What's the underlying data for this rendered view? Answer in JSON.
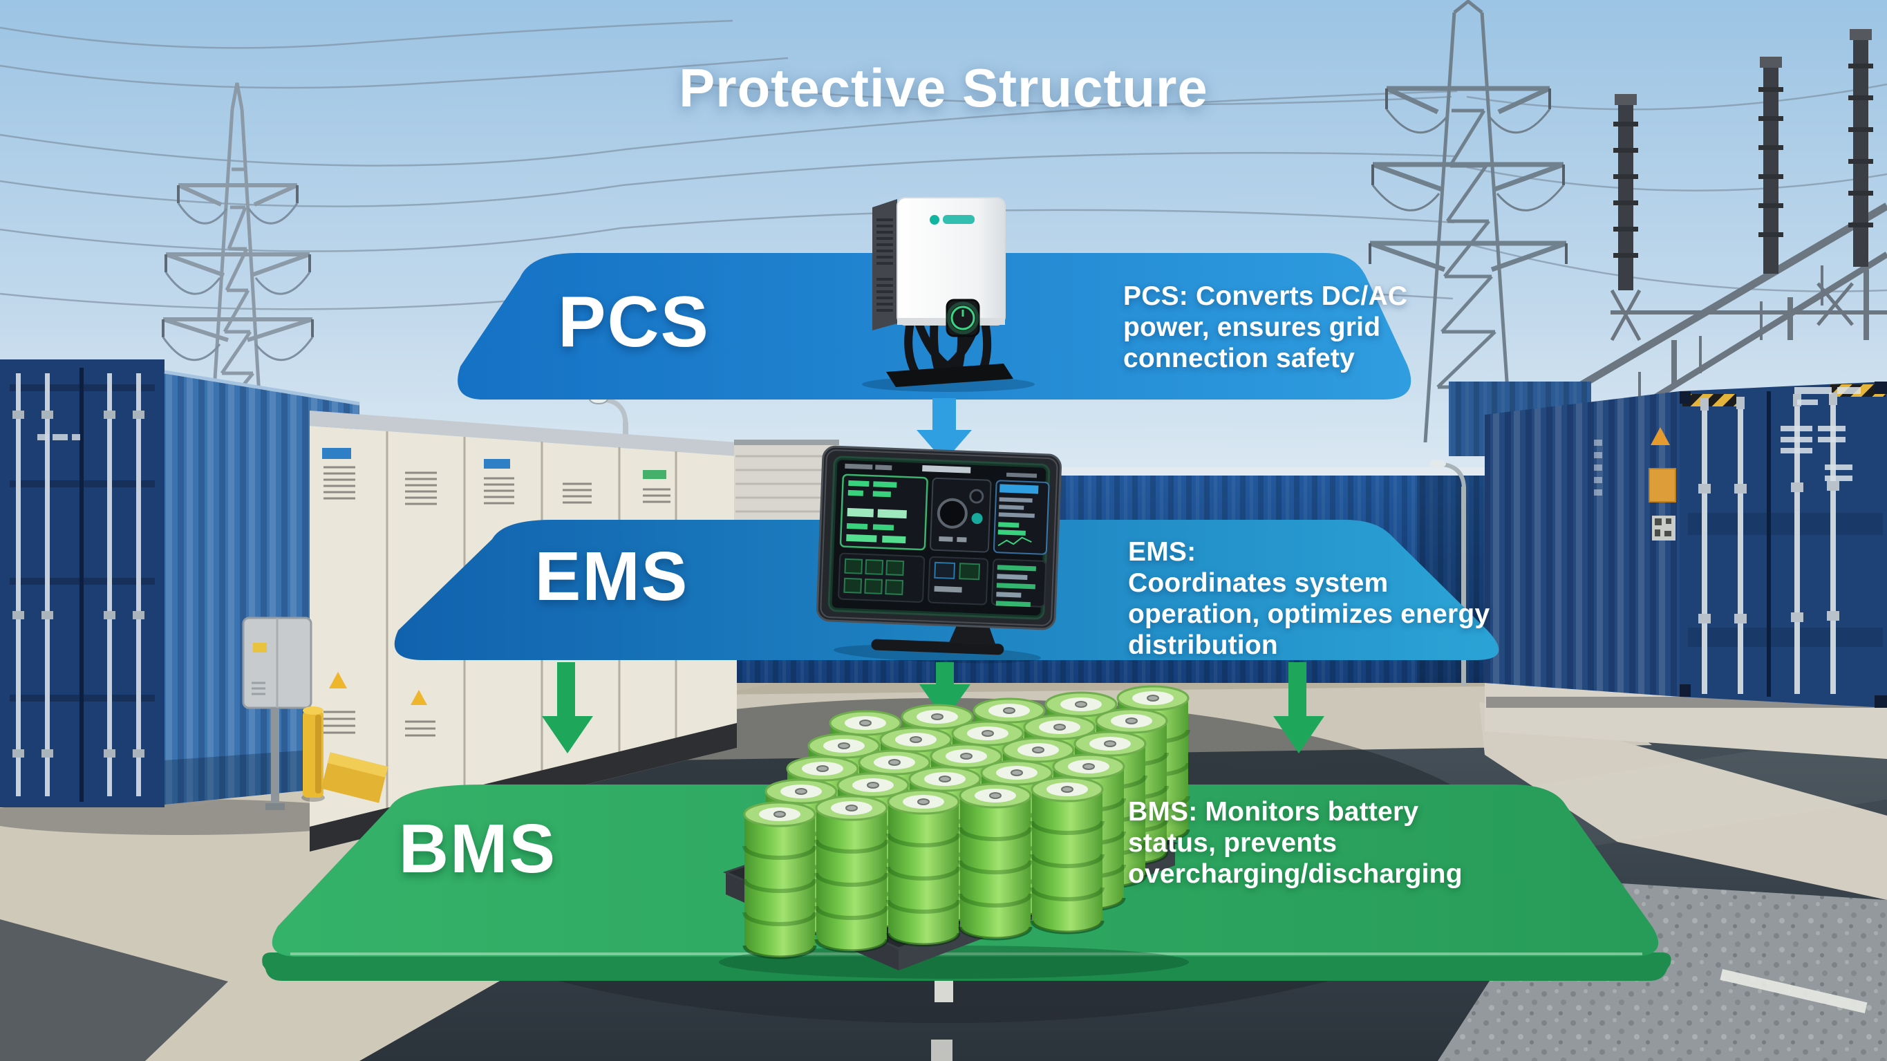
{
  "title": "Protective Structure",
  "sections": [
    {
      "id": "pcs",
      "label": "PCS",
      "desc_lines": [
        "PCS: Converts DC/AC",
        "power, ensures grid",
        "connection safety"
      ]
    },
    {
      "id": "ems",
      "label": "EMS",
      "desc_lines": [
        "EMS:",
        "Coordinates system",
        "operation, optimizes energy",
        "distribution"
      ]
    },
    {
      "id": "bms",
      "label": "BMS",
      "desc_lines": [
        "BMS: Monitors battery",
        "status, prevents",
        "overcharging/discharging"
      ]
    }
  ],
  "colors": {
    "pcs_banner_start": "#1571c4",
    "pcs_banner_end": "#2f9ddf",
    "ems_banner_start": "#1162ae",
    "ems_banner_end": "#2ba3d5",
    "bms_platform_start": "#35b269",
    "bms_platform_end": "#279c59",
    "bms_platform_front": "#1e8c4d",
    "arrow_blue": "#2f9fe2",
    "arrow_green": "#1ea75a",
    "text": "#ffffff"
  }
}
